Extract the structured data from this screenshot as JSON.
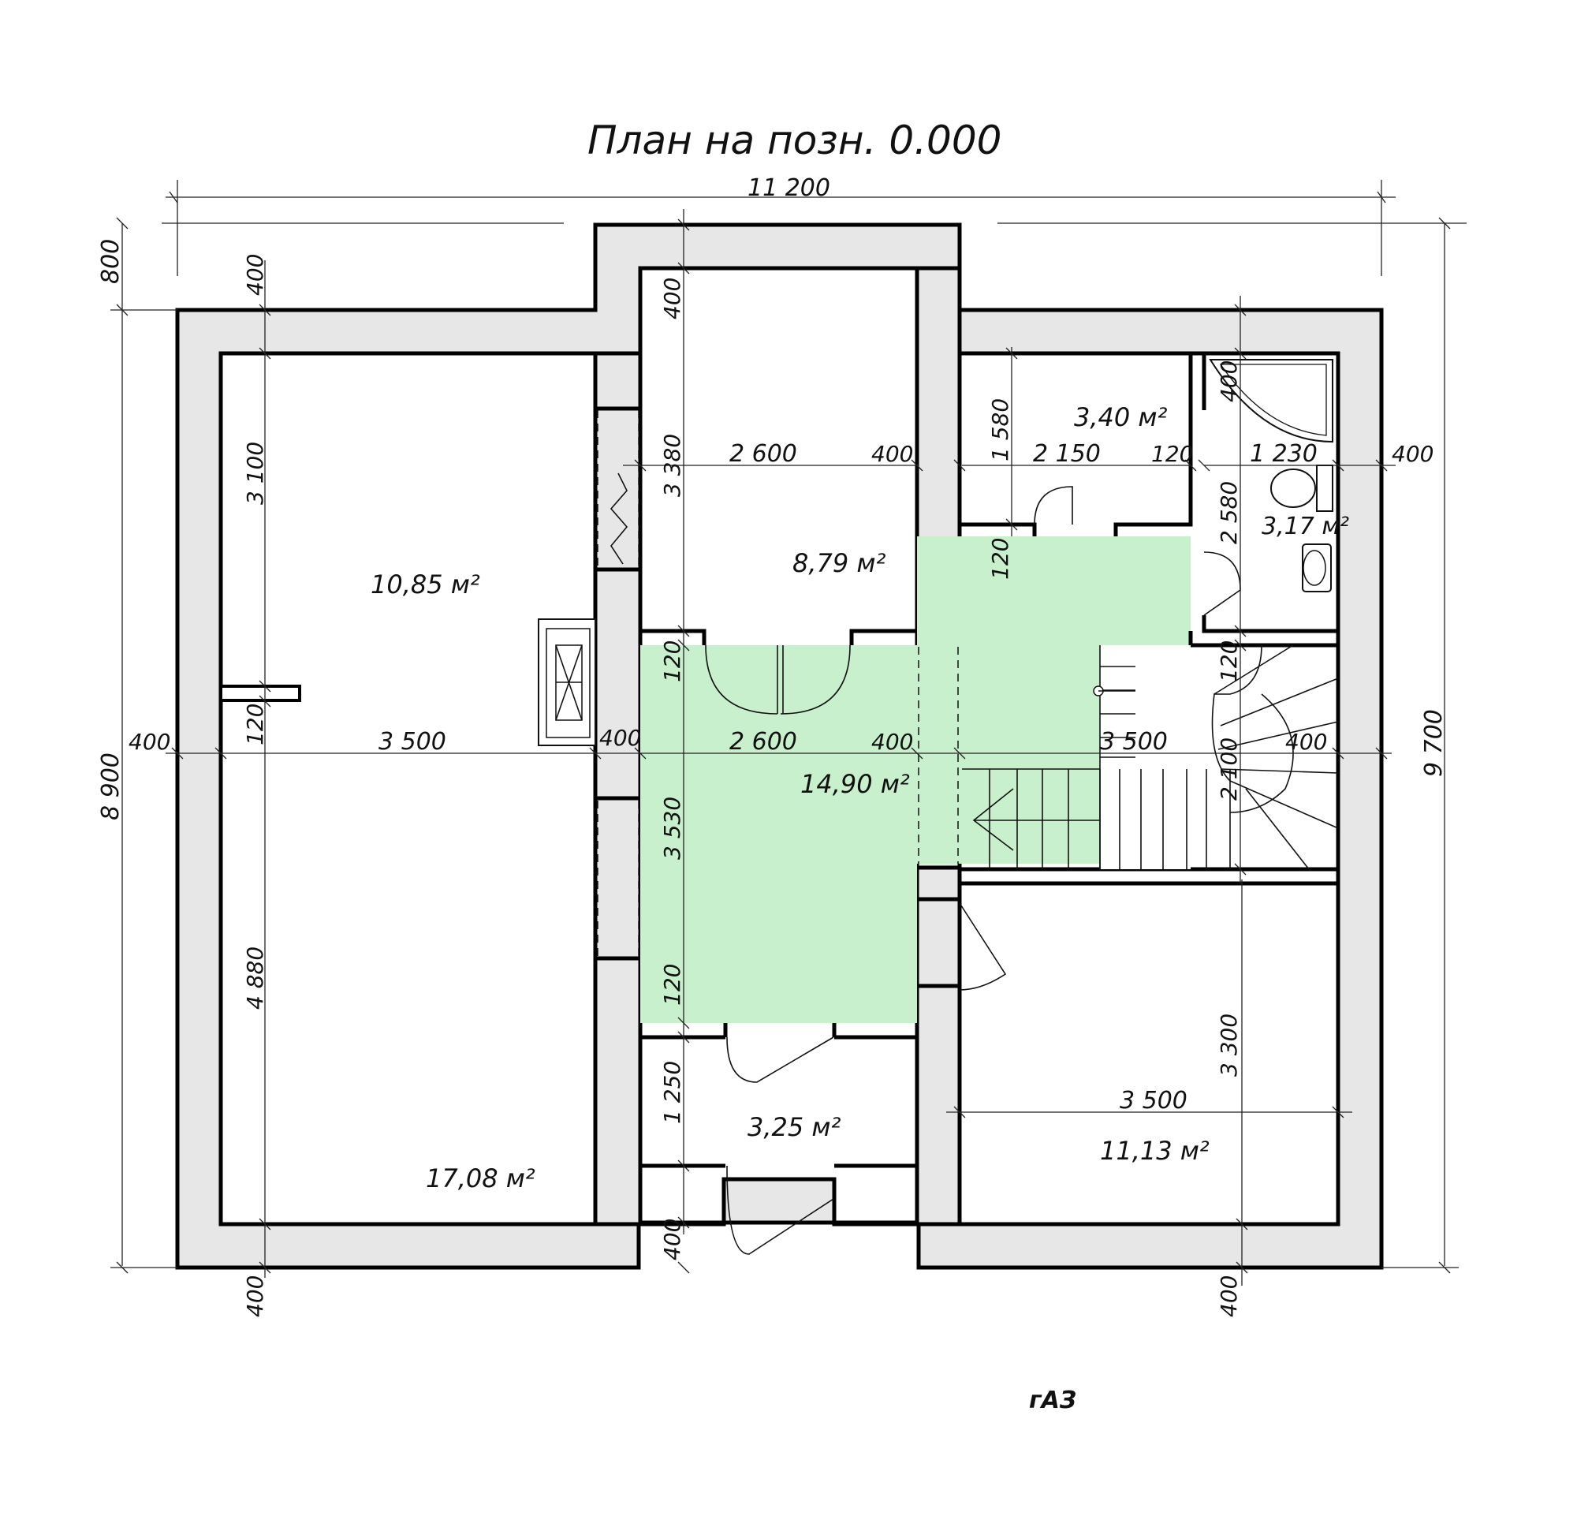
{
  "title": "План на позн. 0.000",
  "footer_code": "гАЗ",
  "colors": {
    "wall_fill": "#e7e7e7",
    "hall_fill": "#c8f0cc",
    "line": "#000000"
  },
  "rooms": [
    {
      "id": "room-top-left",
      "area": "10,85 м²"
    },
    {
      "id": "room-bottom-left",
      "area": "17,08 м²"
    },
    {
      "id": "room-top-middle",
      "area": "8,79 м²"
    },
    {
      "id": "hall",
      "area": "14,90 м²"
    },
    {
      "id": "vestibule",
      "area": "3,25 м²"
    },
    {
      "id": "storage",
      "area": "3,40 м²"
    },
    {
      "id": "bathroom",
      "area": "3,17 м²"
    },
    {
      "id": "room-bottom-right",
      "area": "11,13 м²"
    }
  ],
  "dimensions": {
    "overall_width": "11 200",
    "overall_height_left": "8 900",
    "overall_height_right": "9 700",
    "top_offset": "800",
    "left_wall_top": "400",
    "left_wall_bottom": "400",
    "right_wall_bottom": "400",
    "room_left_top_height": "3 100",
    "room_left_partition": "120",
    "room_left_bottom_height": "4 880",
    "left_ext_wall": "400",
    "room_left_width": "3 500",
    "inner_wall_1": "400",
    "hall_width": "2 600",
    "inner_wall_2": "400",
    "stair_width": "3 500",
    "right_ext_wall_mid": "400",
    "mid_top_wall": "400",
    "mid_room_height": "3 380",
    "mid_room_width": "2 600",
    "mid_right_wall": "400",
    "hall_top_partition": "120",
    "hall_height": "3 530",
    "hall_bottom_partition": "120",
    "vestibule_height": "1 250",
    "bottom_mid_wall": "400",
    "storage_height": "1 580",
    "storage_width": "2 150",
    "storage_partition": "120",
    "bath_top_wall": "400",
    "bath_width": "1 230",
    "right_ext_wall_top": "400",
    "bath_height": "2 580",
    "corridor_partition": "120",
    "stair_depth": "2 100",
    "stair_right_wall": "400",
    "room_right_bottom_height": "3 300",
    "room_right_bottom_width": "3 500",
    "right_corridor_partition": "120"
  }
}
